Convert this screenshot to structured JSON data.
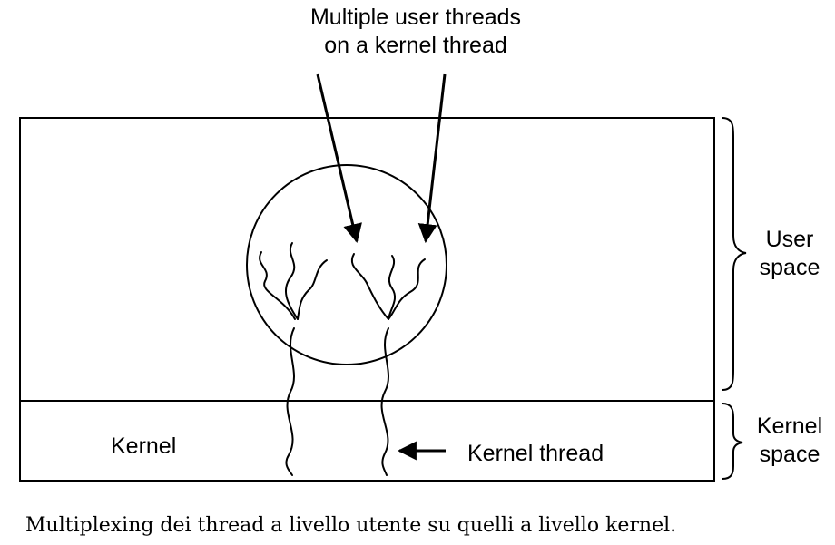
{
  "diagram": {
    "label_top_line1": "Multiple user threads",
    "label_top_line2": "on a kernel thread",
    "label_user_line1": "User",
    "label_user_line2": "space",
    "label_kernelspace_line1": "Kernel",
    "label_kernelspace_line2": "space",
    "label_kernel": "Kernel",
    "label_kernel_thread": "Kernel thread"
  },
  "caption": "Multiplexing dei thread a livello utente su quelli a livello kernel."
}
